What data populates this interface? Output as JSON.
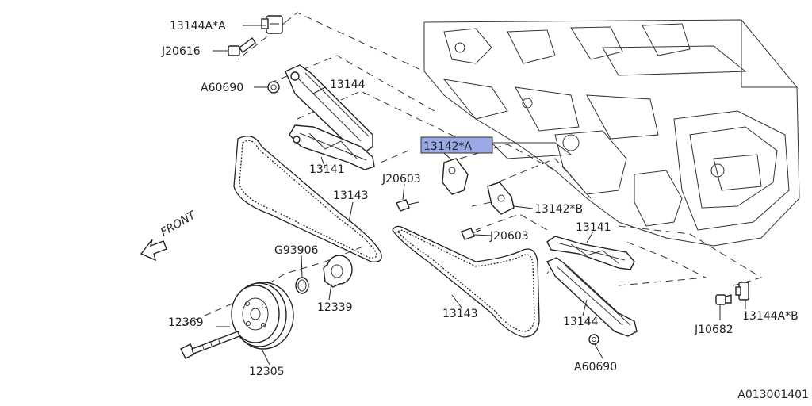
{
  "diagram_code": "A013001401",
  "front_label": "FRONT",
  "highlight_color": "#9aa8e6",
  "labels": {
    "p13144A_A": "13144A*A",
    "pJ20616": "J20616",
    "pA60690_top": "A60690",
    "p13144_top": "13144",
    "p13141_left": "13141",
    "p13142_A": "13142*A",
    "pJ20603_top": "J20603",
    "p13143_left": "13143",
    "p13142_B": "13142*B",
    "pJ20603_mid": "J20603",
    "p13141_right": "13141",
    "pG93906": "G93906",
    "p12339": "12339",
    "p12369": "12369",
    "p13143_bottom": "13143",
    "p13144_bottom": "13144",
    "p12305": "12305",
    "pA60690_bottom": "A60690",
    "pJ10682": "J10682",
    "p13144A_B": "13144A*B"
  }
}
